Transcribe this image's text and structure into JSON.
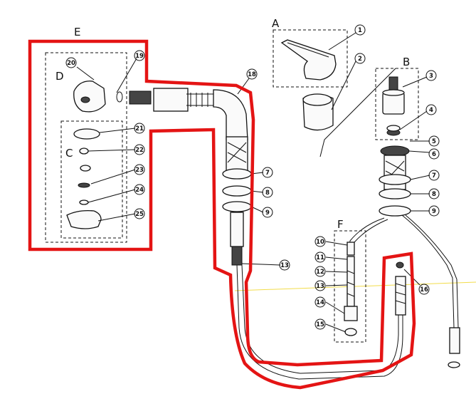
{
  "groups": {
    "a": "A",
    "b": "B",
    "c": "C",
    "d": "D",
    "e": "E",
    "f": "F"
  },
  "callouts": {
    "c1": "1",
    "c2": "2",
    "c3": "3",
    "c4": "4",
    "c5": "5",
    "c6": "6",
    "c7": "7",
    "c8": "8",
    "c9": "9",
    "c10": "10",
    "c11": "11",
    "c12": "12",
    "c13": "13",
    "c14": "14",
    "c15": "15",
    "c16": "16",
    "c7b": "7",
    "c8b": "8",
    "c9b": "9",
    "c13b": "13",
    "c18": "18",
    "c19": "19",
    "c20": "20",
    "c21": "21",
    "c22": "22",
    "c23": "23",
    "c24": "24",
    "c25": "25"
  },
  "colors": {
    "highlight": "#e41414",
    "ink": "#111111",
    "guide": "#f2dc4a"
  }
}
